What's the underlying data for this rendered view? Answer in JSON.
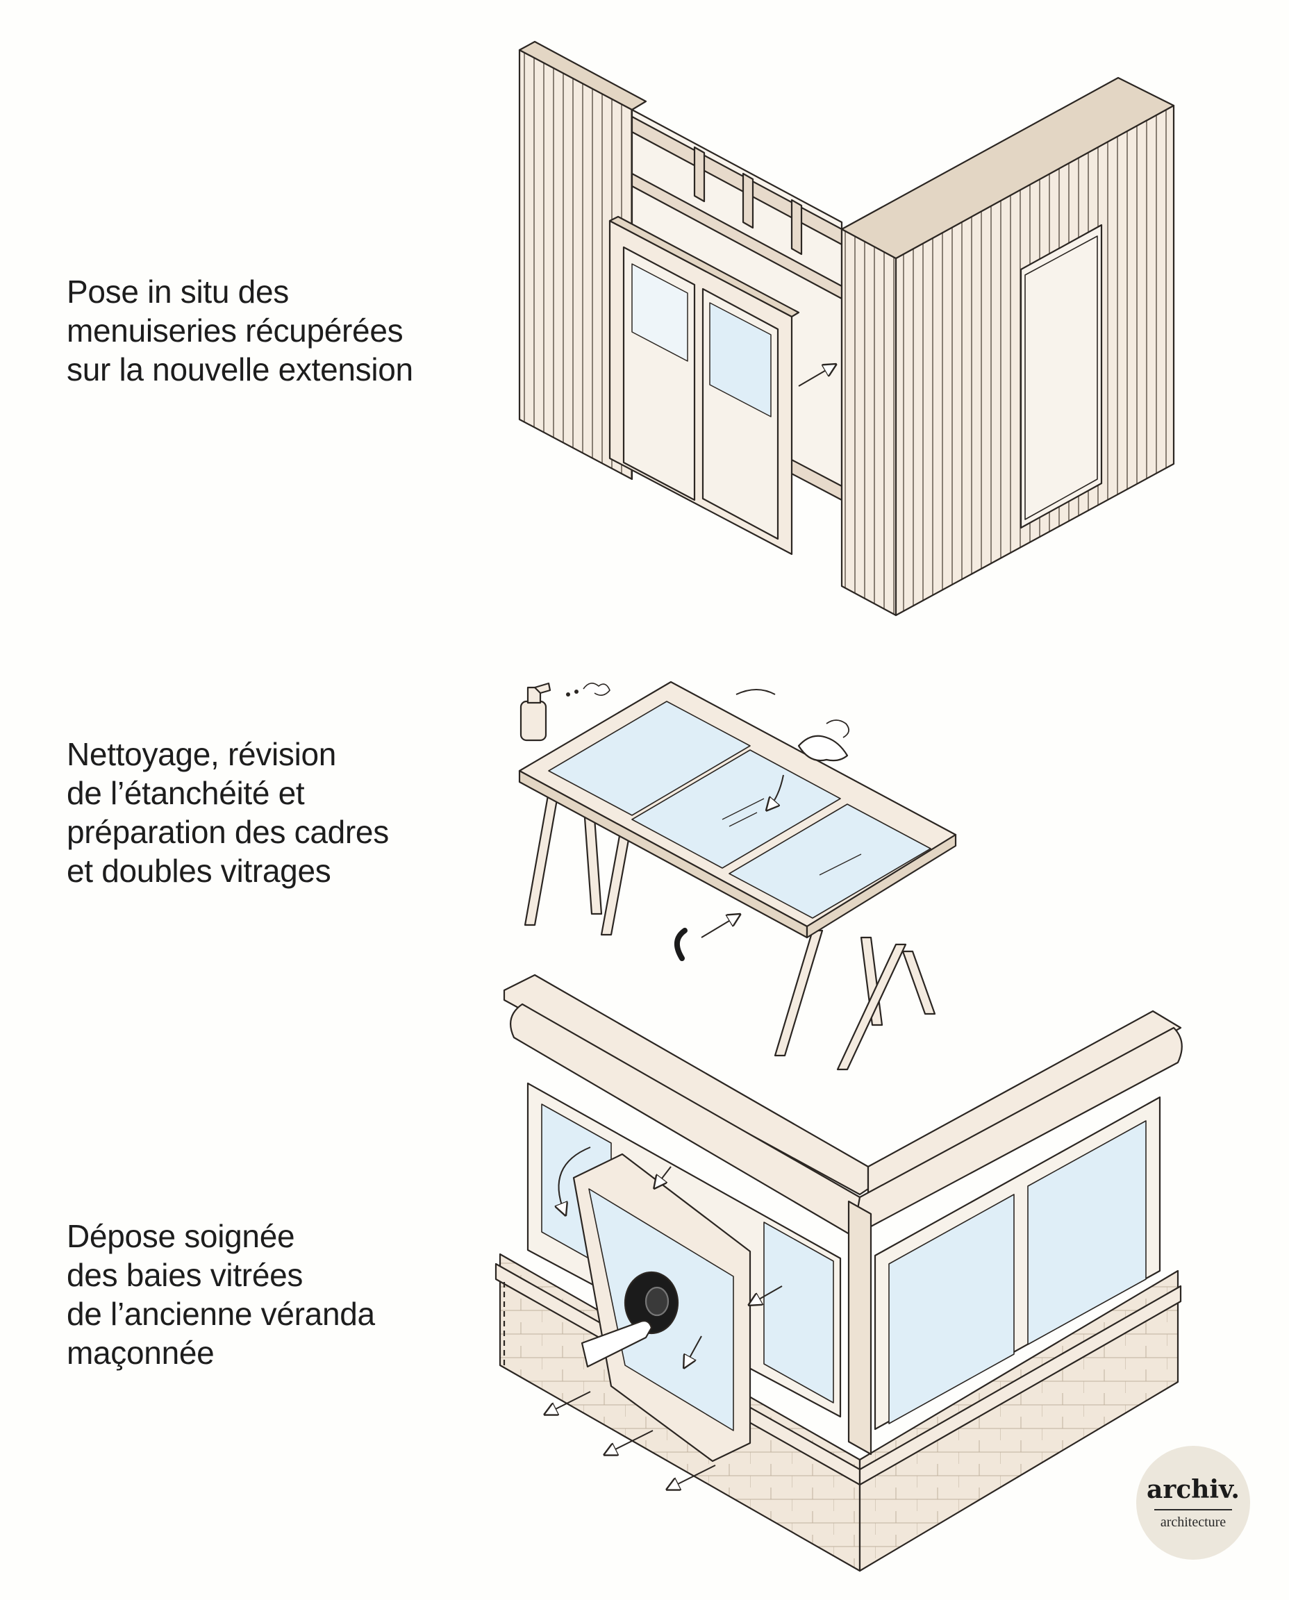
{
  "steps": [
    {
      "lines": [
        "Pose in situ des",
        "menuiseries récupérées",
        "sur la nouvelle extension"
      ]
    },
    {
      "lines": [
        "Nettoyage, révision",
        "de l’étanchéité et",
        "préparation des cadres",
        "et doubles vitrages"
      ]
    },
    {
      "lines": [
        "Dépose soignée",
        "des baies vitrées",
        "de l’ancienne véranda",
        "maçonnée"
      ]
    }
  ],
  "logo": {
    "name": "archiv.",
    "subtitle": "architecture"
  },
  "colors": {
    "wood": "#f4ebe0",
    "wood_dark": "#e3d6c4",
    "stroke": "#2b2622",
    "glass": "#dfeef7",
    "background": "#fefefc"
  },
  "icons": [
    "spray-bottle-icon",
    "cloth-hand-icon",
    "suction-cup-icon",
    "arrow-icon"
  ]
}
